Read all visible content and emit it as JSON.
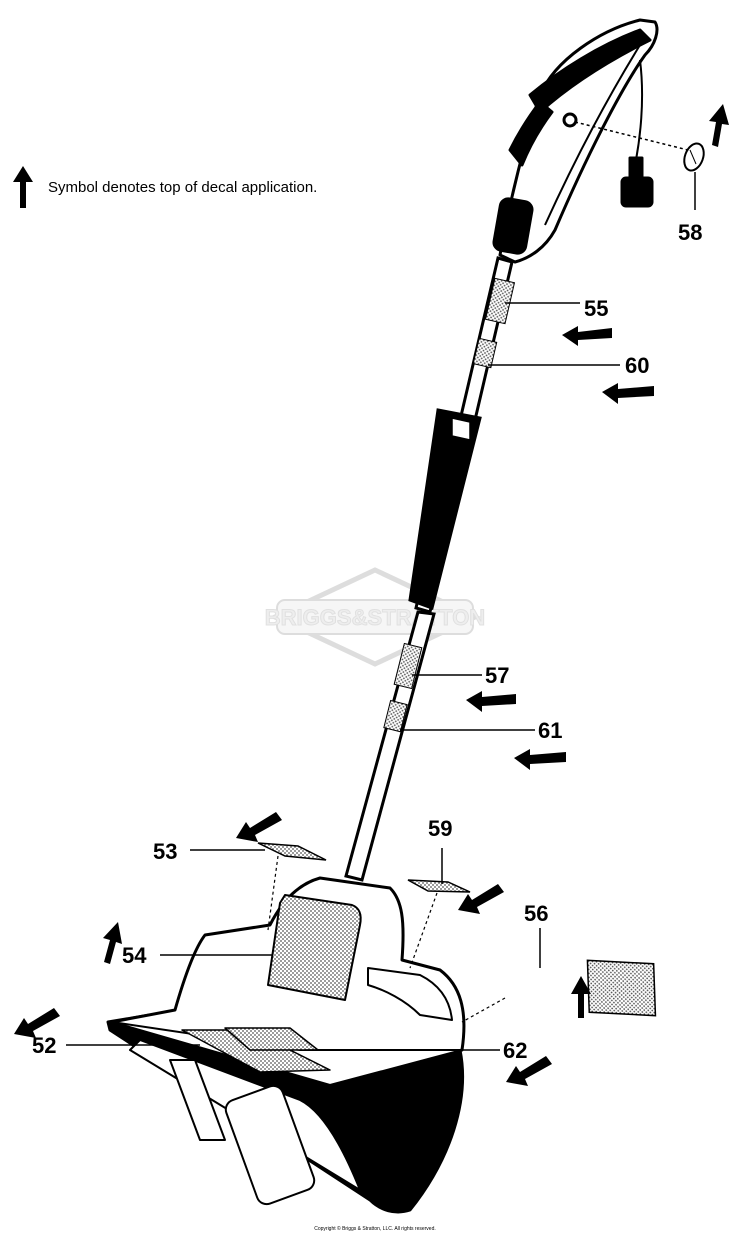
{
  "legend": {
    "text": "Symbol denotes top of decal application.",
    "icon": "up-arrow-icon"
  },
  "watermark": {
    "text": "BRIGGS&STRATTON"
  },
  "callouts": [
    "52",
    "53",
    "54",
    "55",
    "56",
    "57",
    "58",
    "59",
    "60",
    "61",
    "62"
  ],
  "copyright": "Copyright © Briggs & Stratton, LLC. All rights reserved.",
  "colors": {
    "line": "#000000",
    "decal_fill": "#c8c8c8",
    "watermark": "#d4d4d4"
  }
}
